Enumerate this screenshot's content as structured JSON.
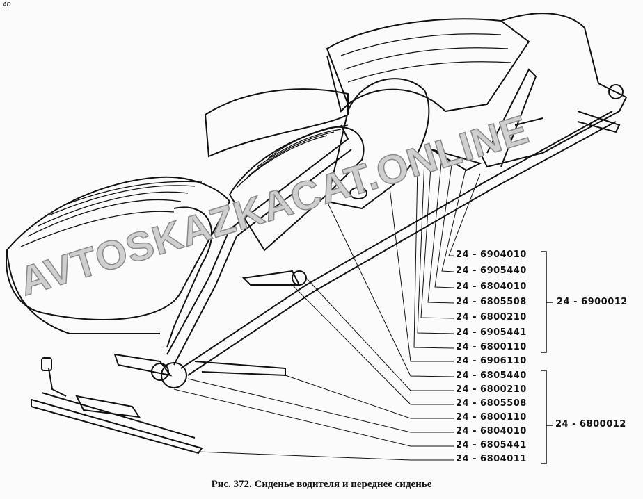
{
  "corner_mark": "AD",
  "watermark": "AVTOSKAZKACAT.ONLINE",
  "parts": [
    "24 - 6904010",
    "24 - 6905440",
    "24 - 6804010",
    "24 - 6805508",
    "24 - 6800210",
    "24 - 6905441",
    "24 - 6800110",
    "24 - 6906110",
    "24 - 6805440",
    "24 - 6800210",
    "24 - 6805508",
    "24 - 6800110",
    "24 - 6804010",
    "24 - 6805441",
    "24 - 6804011"
  ],
  "assemblies": {
    "upper": "24 - 6900012",
    "lower": "24 - 6800012"
  },
  "caption": "Рис. 372. Сиденье водителя и переднее сиденье"
}
